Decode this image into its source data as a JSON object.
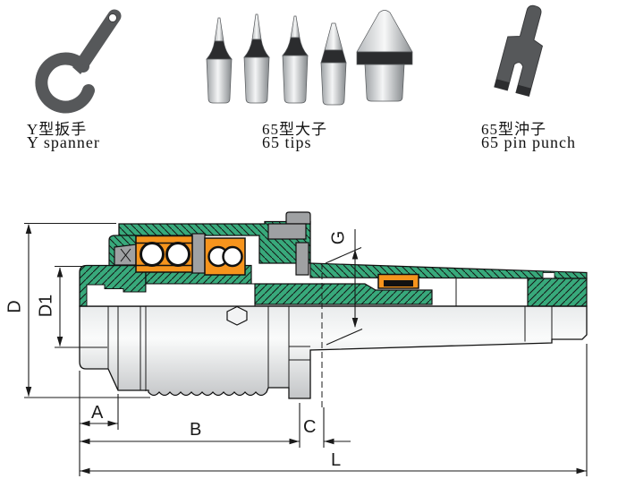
{
  "accessories": [
    {
      "label_zh": "Y型扳手",
      "label_en": "Y spanner"
    },
    {
      "label_zh": "65型大子",
      "label_en": "65 tips"
    },
    {
      "label_zh": "65型沖子",
      "label_en": "65 pin punch"
    }
  ],
  "drawing": {
    "dim_d": "D",
    "dim_d1": "D1",
    "dim_g": "G",
    "dim_a": "A",
    "dim_b": "B",
    "dim_c": "C",
    "dim_l": "L"
  },
  "colors": {
    "section_green": "#38a97b",
    "bearing_orange": "#f6941d",
    "metal_gray": "#9fa1a3",
    "tool_dark": "#56585a"
  }
}
